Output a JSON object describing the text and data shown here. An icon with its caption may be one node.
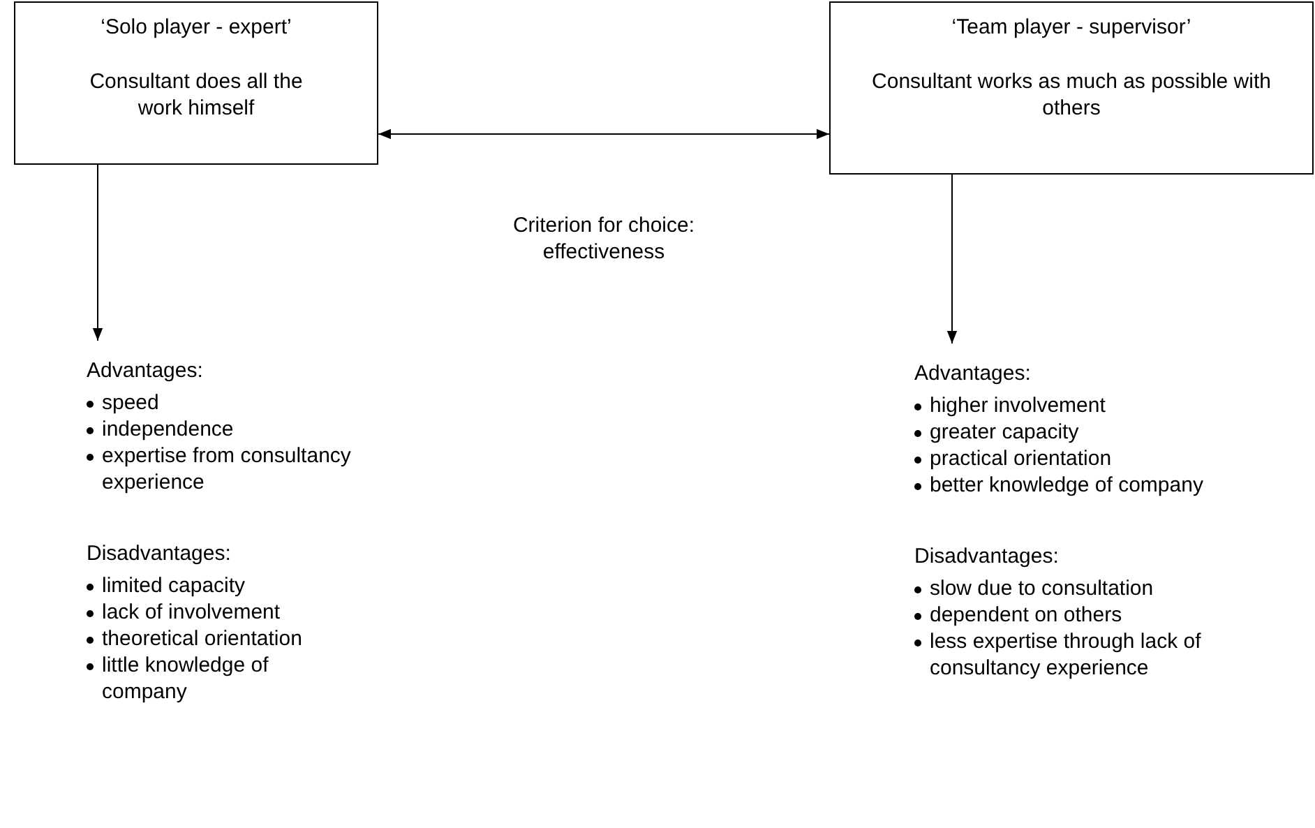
{
  "diagram": {
    "nodes": [
      {
        "text": [
          "‘Solo player - expert’",
          "Consultant does all the work himself"
        ]
      },
      {
        "text": [
          "‘Team player - supervisor’",
          "Consultant works as much as possible with others"
        ]
      },
      {
        "text": [
          "Advantages:",
          "speed",
          "independence",
          "expertise from consultancy experience",
          "Disadvantages:",
          "limited capacity",
          "lack of involvement",
          "theoretical orientation",
          "little knowledge of company"
        ]
      },
      {
        "text": [
          "Advantages:",
          "higher involvement",
          "greater capacity",
          "practical orientation",
          "better knowledge of company",
          "Disadvantages:",
          "slow due to consultation",
          "dependent on others",
          "less expertise through lack of consultancy experience"
        ]
      }
    ],
    "edges": [
      {
        "from": 0,
        "to": 1,
        "arrow": "both",
        "label": "Criterion for choice: effectiveness"
      },
      {
        "from": 0,
        "to": 2,
        "arrow": "to"
      },
      {
        "from": 1,
        "to": 3,
        "arrow": "to"
      }
    ]
  }
}
